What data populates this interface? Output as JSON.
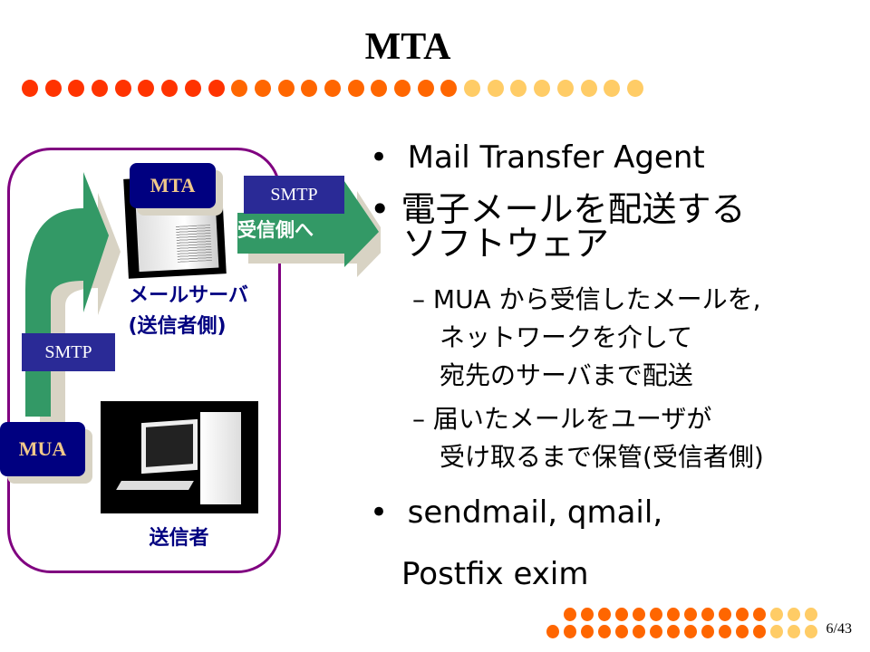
{
  "title": "MTA",
  "diagram": {
    "mta_label": "MTA",
    "smtp_top": "SMTP",
    "to_receiver": "受信側へ",
    "server_line1": "メールサーバ",
    "server_line2": "(送信者側)",
    "smtp_left": "SMTP",
    "mua_label": "MUA",
    "sender": "送信者"
  },
  "bullets": [
    {
      "text": "Mail Transfer Agent"
    },
    {
      "line1": "電子メールを配送する",
      "line2": "ソフトウェア"
    },
    {
      "text": "sendmail, qmail,",
      "line2": "Postfix  exim"
    }
  ],
  "subbullets": [
    {
      "lines": [
        "MUA から受信したメールを,",
        "ネットワークを介して",
        "宛先のサーバまで配送"
      ]
    },
    {
      "lines": [
        "届いたメールをユーザが",
        "受け取るまで保管(受信者側)"
      ]
    }
  ],
  "page": "6/43",
  "colors": {
    "red": "#ff3300",
    "orange": "#ff6600",
    "light": "#ffcc66",
    "navy": "#000080",
    "green": "#339966",
    "purple": "#800080"
  }
}
